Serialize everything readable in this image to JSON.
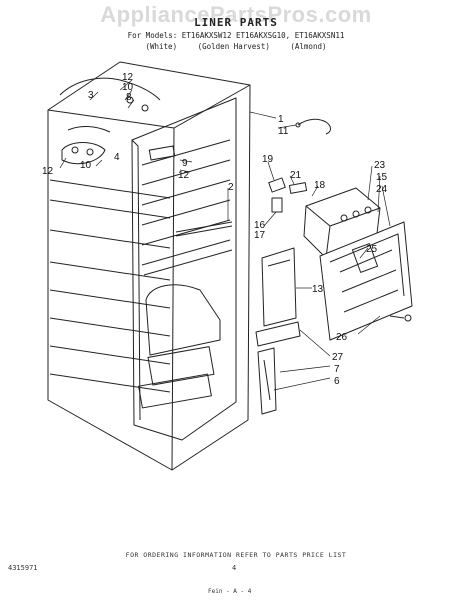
{
  "watermark": "AppliancePartsPros.com",
  "header": {
    "title": "LINER PARTS",
    "models": "For Models: ET16AKXSW12  ET16AKXSG10, ET16AKXSN11",
    "color_options": [
      "(White)",
      "(Golden Harvest)",
      "(Almond)"
    ]
  },
  "callouts": [
    {
      "id": "c12a",
      "label": "12"
    },
    {
      "id": "c10a",
      "label": "10"
    },
    {
      "id": "c8",
      "label": "8"
    },
    {
      "id": "c3",
      "label": "3"
    },
    {
      "id": "c10b",
      "label": "10"
    },
    {
      "id": "c12b",
      "label": "12"
    },
    {
      "id": "c4",
      "label": "4"
    },
    {
      "id": "c9",
      "label": "9"
    },
    {
      "id": "c12c",
      "label": "12"
    },
    {
      "id": "c2",
      "label": "2"
    },
    {
      "id": "c1",
      "label": "1"
    },
    {
      "id": "c11",
      "label": "11"
    },
    {
      "id": "c19",
      "label": "19"
    },
    {
      "id": "c21",
      "label": "21"
    },
    {
      "id": "c18",
      "label": "18"
    },
    {
      "id": "c16",
      "label": "16"
    },
    {
      "id": "c17",
      "label": "17"
    },
    {
      "id": "c23",
      "label": "23"
    },
    {
      "id": "c15",
      "label": "15"
    },
    {
      "id": "c24",
      "label": "24"
    },
    {
      "id": "c25",
      "label": "25"
    },
    {
      "id": "c13",
      "label": "13"
    },
    {
      "id": "c26",
      "label": "26"
    },
    {
      "id": "c27",
      "label": "27"
    },
    {
      "id": "c7",
      "label": "7"
    },
    {
      "id": "c6",
      "label": "6"
    }
  ],
  "footer": {
    "note": "FOR ORDERING INFORMATION REFER TO PARTS PRICE LIST",
    "page_number": "4",
    "document_number": "4315971",
    "print_code": "Fein - A - 4"
  }
}
